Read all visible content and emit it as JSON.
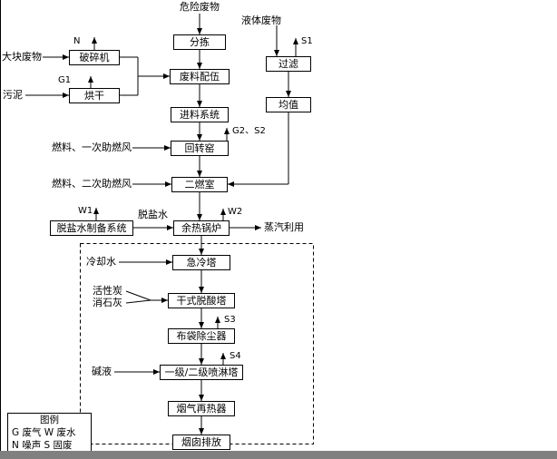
{
  "page": {
    "background": "#ffffff",
    "line_color": "#000000",
    "edge_strip_color": "#808080"
  },
  "diagram": {
    "nodes": {
      "sort": "分拣",
      "crusher": "破碎机",
      "dryer": "烘干",
      "blend": "废料配伍",
      "filter": "过滤",
      "homogenize": "均值",
      "feed": "进料系统",
      "kiln": "回转窑",
      "secondary": "二燃室",
      "demin_system": "脱盐水制备系统",
      "boiler": "余热锅炉",
      "quench": "急冷塔",
      "deacid": "干式脱酸塔",
      "baghouse": "布袋除尘器",
      "spray": "一级/二级喷淋塔",
      "reheater": "烟气再热器",
      "stack": "烟囱排放"
    },
    "inputs": {
      "hazardous_waste": "危险废物",
      "liquid_waste": "液体废物",
      "bulk_waste": "大块废物",
      "sludge": "污泥",
      "fuel_primary_air": "燃料、一次助燃风",
      "fuel_secondary_air": "燃料、二次助燃风",
      "demin_water": "脱盐水",
      "cooling_water": "冷却水",
      "activated_carbon": "活性炭",
      "slaked_lime": "消石灰",
      "alkali_liquor": "碱液"
    },
    "outputs": {
      "steam_use": "蒸汽利用"
    },
    "emission_tags": {
      "n": "N",
      "g1": "G1",
      "s1": "S1",
      "g2_s2": "G2、S2",
      "w1": "W1",
      "w2": "W2",
      "s3": "S3",
      "s4": "S4"
    },
    "legend": {
      "title": "图例",
      "row1": "G 废气 W 废水",
      "row2": "N 噪声 S 固废"
    }
  }
}
